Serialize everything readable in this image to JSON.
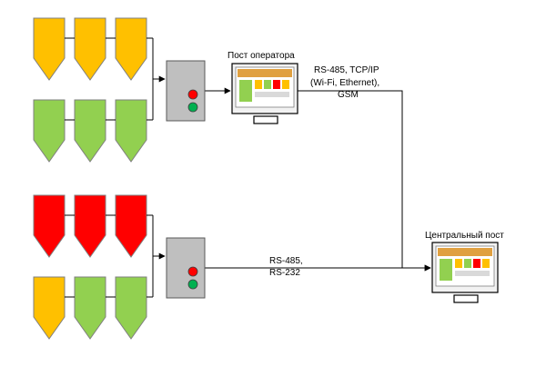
{
  "operator_post": {
    "label": "Пост оператора"
  },
  "central_post": {
    "label": "Центральный пост"
  },
  "link_top": {
    "line1": "RS-485, TCP/IP",
    "line2": "(Wi-Fi, Ethernet),",
    "line3": "GSM"
  },
  "link_bottom": {
    "line1": "RS-485,",
    "line2": "RS-232"
  },
  "colors": {
    "amber": "#ffc000",
    "green": "#92d050",
    "red": "#ff0000",
    "controller": "#bfbfbf",
    "lamp_red": "#ff0000",
    "lamp_green": "#00b050",
    "line": "#000000"
  },
  "groups": [
    {
      "name": "group-1",
      "rows": [
        [
          "amber",
          "amber",
          "amber"
        ],
        [
          "green",
          "green",
          "green"
        ]
      ]
    },
    {
      "name": "group-2",
      "rows": [
        [
          "red",
          "red",
          "red"
        ],
        [
          "amber",
          "green",
          "green"
        ]
      ]
    }
  ]
}
